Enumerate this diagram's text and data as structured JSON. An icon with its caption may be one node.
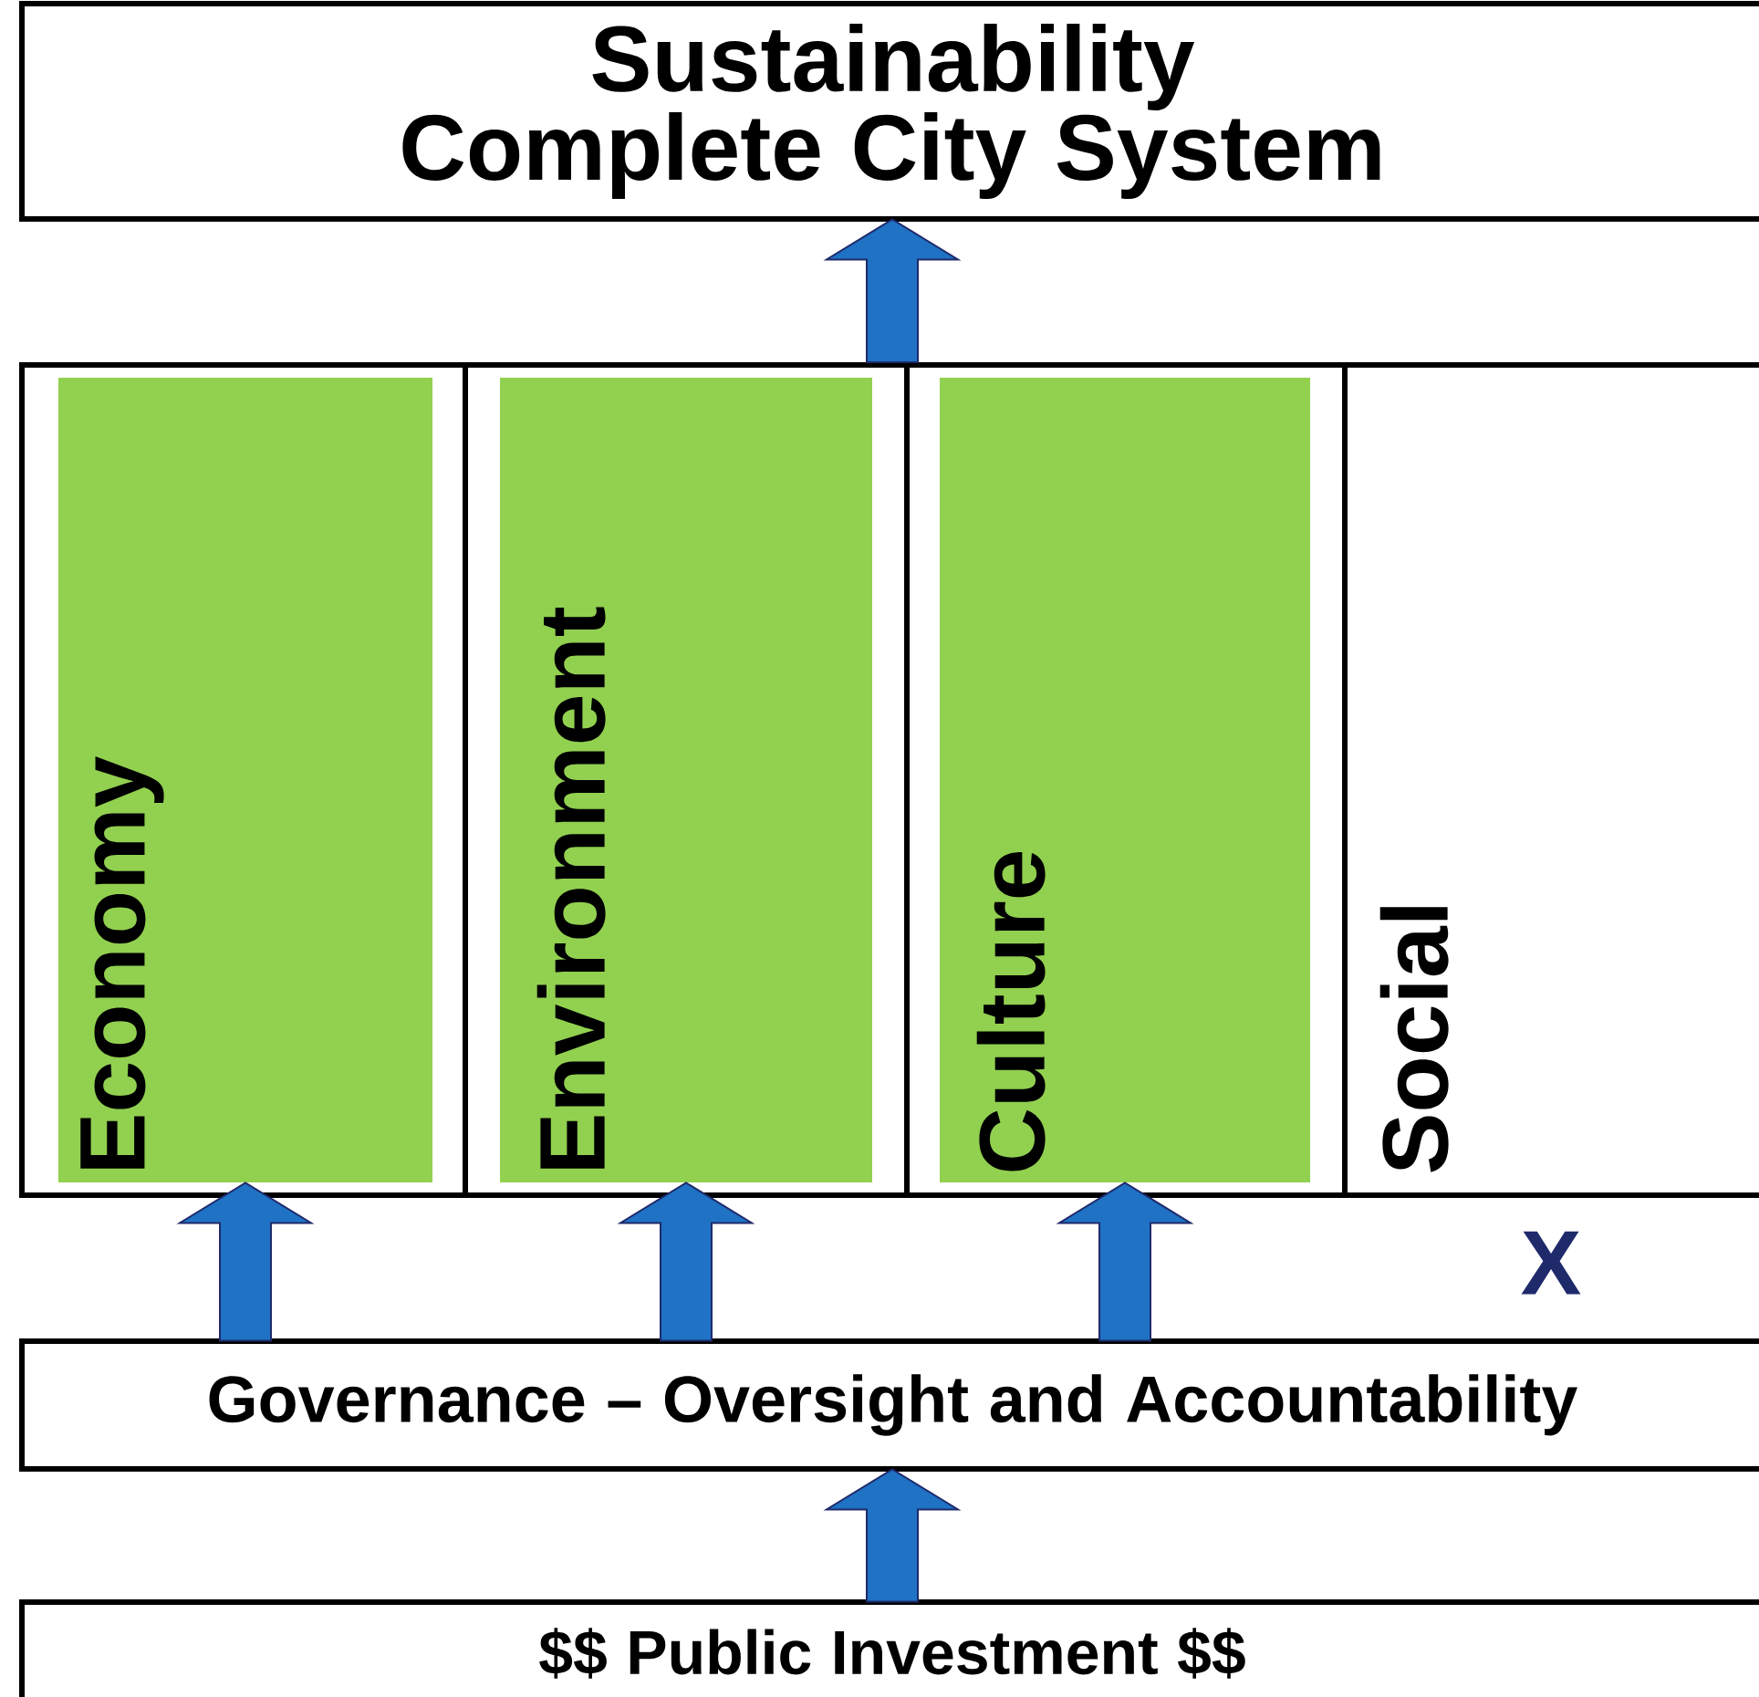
{
  "diagram": {
    "nodes": [
      {
        "text": [
          "Sustainability Complete City System"
        ]
      },
      {
        "text": [],
        "shape": "box"
      },
      {
        "text": [
          "Economy"
        ],
        "in": 1
      },
      {
        "text": [
          "Environment"
        ],
        "in": 1
      },
      {
        "text": [
          "Culture"
        ],
        "in": 1
      },
      {
        "text": [
          "Social"
        ],
        "in": 1
      },
      {
        "text": [
          "Governance – Oversight and Accountability"
        ]
      },
      {
        "text": [
          "$$ Public Investment $$"
        ]
      }
    ],
    "edges": [
      {
        "from": 1,
        "to": 0,
        "arrow": "to"
      },
      {
        "from": 6,
        "to": 2,
        "arrow": "to"
      },
      {
        "from": 6,
        "to": 3,
        "arrow": "to"
      },
      {
        "from": 6,
        "to": 4,
        "arrow": "to"
      },
      {
        "from": 7,
        "to": 6,
        "arrow": "to"
      }
    ],
    "labels": [
      "X"
    ]
  }
}
